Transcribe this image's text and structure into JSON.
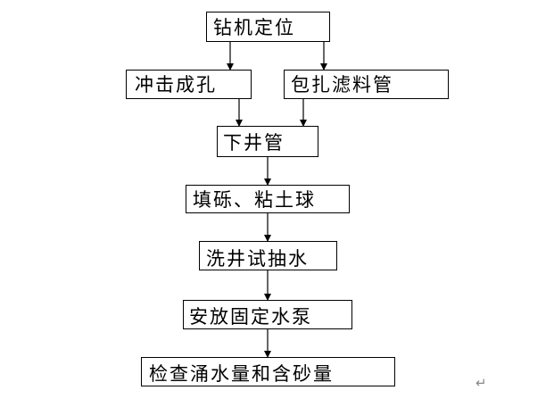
{
  "steps": {
    "drill_positioning": "钻机定位",
    "percussion_hole": "冲击成孔",
    "wrap_filter_pipe": "包扎滤料管",
    "lower_casing": "下井管",
    "fill_gravel_clay": "填砾、粘土球",
    "well_wash_pump_test": "洗井试抽水",
    "install_pump": "安放固定水泵",
    "check_water_sand": "检查涌水量和含砂量"
  },
  "paragraph_mark": "↵",
  "colors": {
    "line": "#000000",
    "background": "#ffffff"
  }
}
